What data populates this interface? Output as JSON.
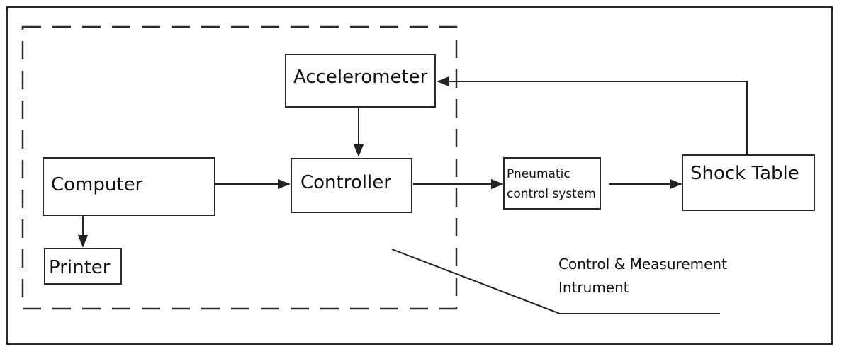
{
  "diagram": {
    "blocks": {
      "accelerometer": "Accelerometer",
      "computer": "Computer",
      "controller": "Controller",
      "printer": "Printer",
      "pneumatic_line1": "Pneumatic",
      "pneumatic_line2": "control system",
      "shock_table": "Shock Table"
    },
    "annotation": {
      "line1": "Control & Measurement",
      "line2": "Intrument"
    },
    "colors": {
      "stroke": "#2a2a2a",
      "background": "#ffffff"
    }
  }
}
